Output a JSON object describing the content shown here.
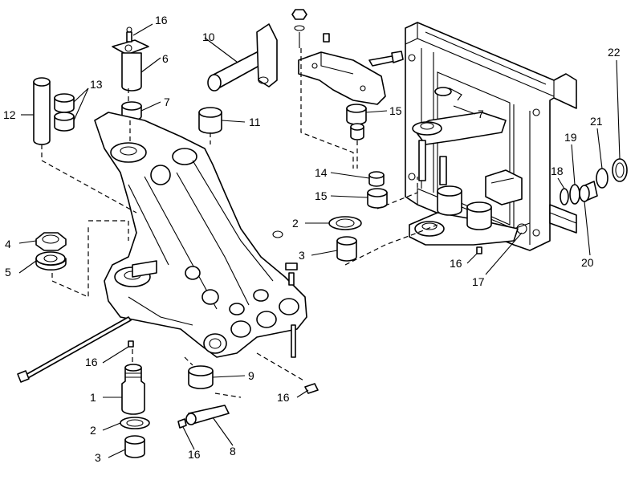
{
  "diagram": {
    "callouts": [
      {
        "id": "c12",
        "text": "12"
      },
      {
        "id": "c13",
        "text": "13"
      },
      {
        "id": "c16a",
        "text": "16"
      },
      {
        "id": "c6",
        "text": "6"
      },
      {
        "id": "c7a",
        "text": "7"
      },
      {
        "id": "c10",
        "text": "10"
      },
      {
        "id": "c11",
        "text": "11"
      },
      {
        "id": "c15a",
        "text": "15"
      },
      {
        "id": "c7b",
        "text": "7"
      },
      {
        "id": "c14",
        "text": "14"
      },
      {
        "id": "c15b",
        "text": "15"
      },
      {
        "id": "c4",
        "text": "4"
      },
      {
        "id": "c5",
        "text": "5"
      },
      {
        "id": "c2a",
        "text": "2"
      },
      {
        "id": "c3a",
        "text": "3"
      },
      {
        "id": "c16b",
        "text": "16"
      },
      {
        "id": "c17",
        "text": "17"
      },
      {
        "id": "c18",
        "text": "18"
      },
      {
        "id": "c19",
        "text": "19"
      },
      {
        "id": "c21",
        "text": "21"
      },
      {
        "id": "c22",
        "text": "22"
      },
      {
        "id": "c20",
        "text": "20"
      },
      {
        "id": "c16c",
        "text": "16"
      },
      {
        "id": "c1",
        "text": "1"
      },
      {
        "id": "c9",
        "text": "9"
      },
      {
        "id": "c16d",
        "text": "16"
      },
      {
        "id": "c2b",
        "text": "2"
      },
      {
        "id": "c3b",
        "text": "3"
      },
      {
        "id": "c16e",
        "text": "16"
      },
      {
        "id": "c8",
        "text": "8"
      }
    ]
  }
}
